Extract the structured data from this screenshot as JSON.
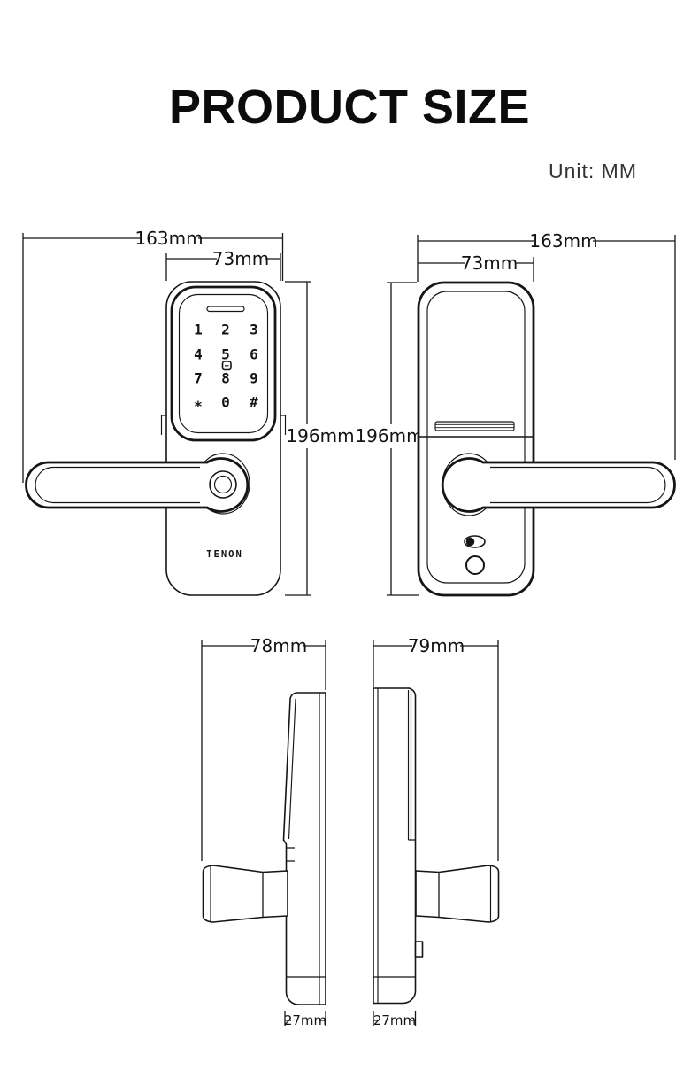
{
  "page": {
    "title": "PRODUCT SIZE",
    "unit_label": "Unit: MM",
    "line_color": "#151515"
  },
  "brand": {
    "logo_text": "TENON"
  },
  "dimensions": {
    "front_total_width": "163mm",
    "front_body_width": "73mm",
    "front_height": "196mm",
    "back_total_width": "163mm",
    "back_body_width": "73mm",
    "back_height": "196mm",
    "front_unit_depth": "78mm",
    "back_unit_depth": "79mm",
    "front_unit_thickness": "27mm",
    "back_unit_thickness": "27mm"
  },
  "keypad": {
    "keys": [
      "1",
      "2",
      "3",
      "4",
      "5",
      "6",
      "7",
      "8",
      "9",
      "*",
      "0",
      "#"
    ]
  }
}
